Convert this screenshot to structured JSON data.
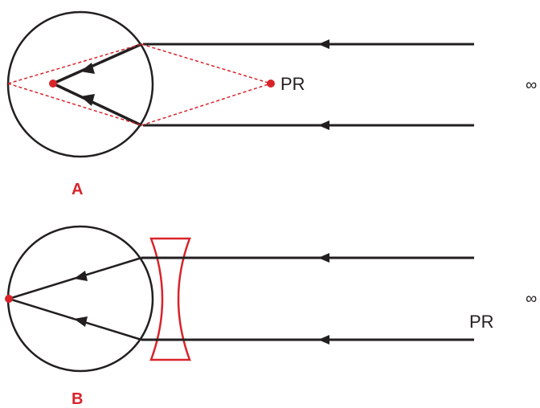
{
  "panel_a": {
    "label": "A",
    "point_label": "PR",
    "infinity_symbol": "∞"
  },
  "panel_b": {
    "label": "B",
    "point_label": "PR",
    "infinity_symbol": "∞"
  },
  "colors": {
    "ray": "#231f20",
    "accent_red": "#d9232a",
    "eye_outline": "#231f20"
  }
}
